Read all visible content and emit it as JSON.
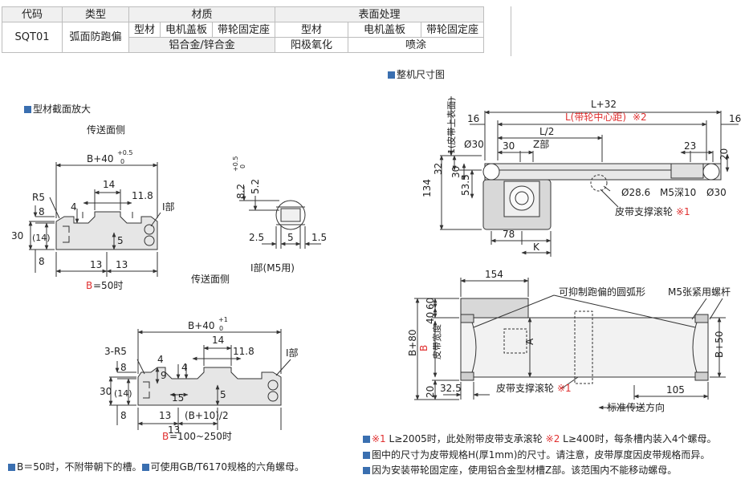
{
  "table": {
    "headers": {
      "code": "代码",
      "type": "类型",
      "material": "材质",
      "surface": "表面处理"
    },
    "sub_headers": [
      "型材",
      "电机盖板",
      "带轮固定座",
      "型材",
      "电机盖板",
      "带轮固定座"
    ],
    "row": {
      "code": "SQT01",
      "type": "弧面防跑偏",
      "material_profile_cover": "铝合金/锌合金",
      "surface_profile": "阳极氧化",
      "surface_cover_seat": "喷涂"
    }
  },
  "sections": {
    "profile_title": "型材截面放大",
    "overall_title": "整机尺寸图"
  },
  "profile_top": {
    "conveying_side": "传送面侧",
    "width_dim": "B+40",
    "tol_upper": "+0.5",
    "tol_lower": "0",
    "d14": "14",
    "d11_8": "11.8",
    "r5": "R5",
    "d8a": "8",
    "d4": "4",
    "d30": "30",
    "d14p": "(14)",
    "d5": "5",
    "d8b": "8",
    "d13a": "13",
    "d13b": "13",
    "label_i": "I部",
    "b_letter": "B",
    "b_cond": "=50时"
  },
  "detail_i": {
    "d8_2": "8.2",
    "tol_upper": "+0.5",
    "tol_lower": "0",
    "d5_2": "5.2",
    "d2_5": "2.5",
    "d5": "5",
    "d1_5": "1.5",
    "caption": "I部(M5用)"
  },
  "profile_bottom": {
    "conveying_side": "传送面侧",
    "width_dim": "B+40",
    "tol_upper": "+1",
    "tol_lower": "0",
    "d14": "14",
    "d11_8": "11.8",
    "r5": "3-R5",
    "d8a": "8",
    "d9": "9",
    "d4a": "4",
    "d4b": "4",
    "d30": "30",
    "d14p": "(14)",
    "d15": "15",
    "d5": "5",
    "d8b": "8",
    "d13a": "13",
    "d13b": "13",
    "half": "(B+10)/2",
    "label_i": "I部",
    "b_letter": "B",
    "b_cond": "=100~250时"
  },
  "side_view": {
    "l_plus": "L+32",
    "l_center_prefix": "L(带轮中心距)",
    "l_center_ref": "※2",
    "d16a": "16",
    "d16b": "16",
    "l_half": "L/2",
    "belt_surface": "1(皮带上表面)",
    "d30": "30",
    "z_part": "Z部",
    "phi30a": "Ø30",
    "d23": "23",
    "d20": "20",
    "d32": "32",
    "d30v": "30",
    "d134": "134",
    "d53_5": "53.5",
    "phi28_6": "Ø28.6",
    "m5_depth": "M5深10",
    "phi30b": "Ø30",
    "support_roller": "皮带支撑滚轮",
    "support_ref": "※1",
    "d78": "78",
    "k": "K"
  },
  "top_view": {
    "d154": "154",
    "arc_label": "可抑制跑偏的圆弧形",
    "m5_label": "M5张紧用螺杆",
    "d60": "60",
    "d40": "40",
    "b_plus80": "B+80",
    "b_letter": "B",
    "belt_width": "皮带宽度",
    "a": "A",
    "b_plus50": "B+50",
    "d20": "20",
    "d32_5": "32.5",
    "support_roller": "皮带支撑滚轮",
    "support_ref": "※1",
    "d105": "105",
    "direction": "标准传送方向"
  },
  "notes": {
    "n1_ref": "※1",
    "n1_text": "L≥2005时，此处附带皮带支承滚轮",
    "n2_ref": "※2",
    "n2_text": "L≥400时，每条槽内装入4个螺母。",
    "n3": "图中的尺寸为皮带规格H(厚1mm)的尺寸。请注意，皮带厚度因皮带规格而异。",
    "n4": "因为安装带轮固定座，使用铝合金型材槽Z部。该范围内不能移动螺母。",
    "n5_a": "B＝50时，不附带朝下的槽。",
    "n5_b": "可使用GB/T6170规格的六角螺母。"
  },
  "colors": {
    "accent": "#3a6fb0",
    "red": "#e03030",
    "line": "#333333",
    "fill": "#d8d8d8"
  }
}
